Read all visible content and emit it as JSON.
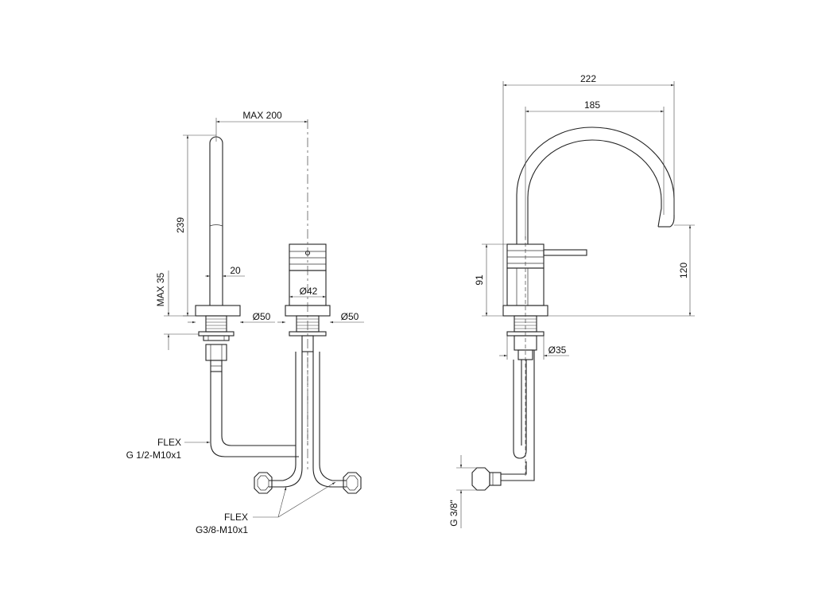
{
  "dimensions": {
    "max_200": "MAX 200",
    "d239": "239",
    "max_35": "MAX 35",
    "d20": "20",
    "d42": "Ø42",
    "d50_left": "Ø50",
    "d50_right": "Ø50",
    "d222": "222",
    "d185": "185",
    "d91": "91",
    "d120": "120",
    "d35": "Ø35",
    "g38": "G 3/8\""
  },
  "callouts": {
    "flex_1_title": "FLEX",
    "flex_1_spec": "G 1/2-M10x1",
    "flex_2_title": "FLEX",
    "flex_2_spec": "G3/8-M10x1"
  }
}
